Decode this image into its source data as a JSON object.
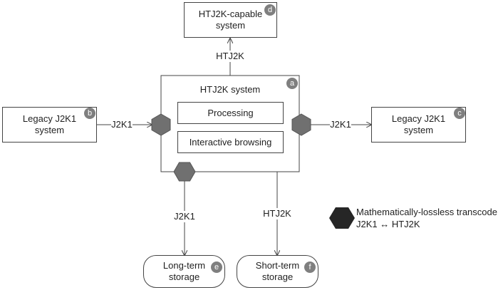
{
  "nodes": {
    "htj2k_capable": {
      "label": "HTJ2K-capable\nsystem",
      "badge": "d"
    },
    "htj2k_system": {
      "label": "HTJ2K system",
      "badge": "a"
    },
    "processing": {
      "label": "Processing"
    },
    "interactive_browsing": {
      "label": "Interactive browsing"
    },
    "legacy_left": {
      "label": "Legacy J2K1\nsystem",
      "badge": "b"
    },
    "legacy_right": {
      "label": "Legacy J2K1\nsystem",
      "badge": "c"
    },
    "long_term": {
      "label": "Long-term\nstorage",
      "badge": "e"
    },
    "short_term": {
      "label": "Short-term\nstorage",
      "badge": "f"
    }
  },
  "edges": {
    "to_capable": "HTJ2K",
    "from_legacy_left": "J2K1",
    "to_legacy_right": "J2K1",
    "to_long_term": "J2K1",
    "to_short_term": "HTJ2K"
  },
  "legend": {
    "line1": "Mathematically-lossless transcode",
    "line2": "J2K1 ↔ HTJ2K",
    "icon": "hexagon-icon"
  },
  "colors": {
    "hexagon": "#707070",
    "badge": "#7f7f7f",
    "legend_hexagon": "#262626",
    "line": "#444444"
  }
}
